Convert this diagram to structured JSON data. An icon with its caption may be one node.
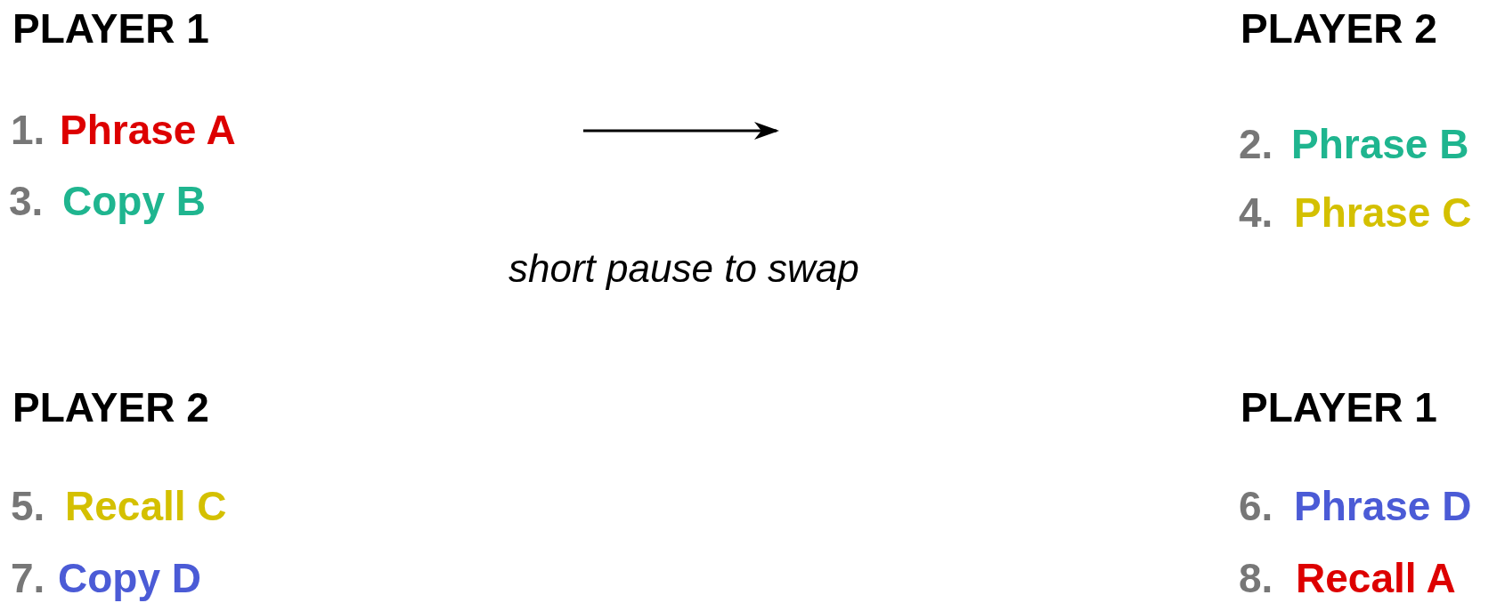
{
  "diagram": {
    "labels": [
      "PLAYER 1",
      "PLAYER 2",
      "1.",
      "Phrase A",
      "2.",
      "Phrase B",
      "3.",
      "Copy B",
      "4.",
      "Phrase C",
      "short pause to swap",
      "PLAYER 2",
      "PLAYER 1",
      "5.",
      "Recall C",
      "6.",
      "Phrase D",
      "7.",
      "Copy D",
      "8.",
      "Recall A"
    ]
  }
}
